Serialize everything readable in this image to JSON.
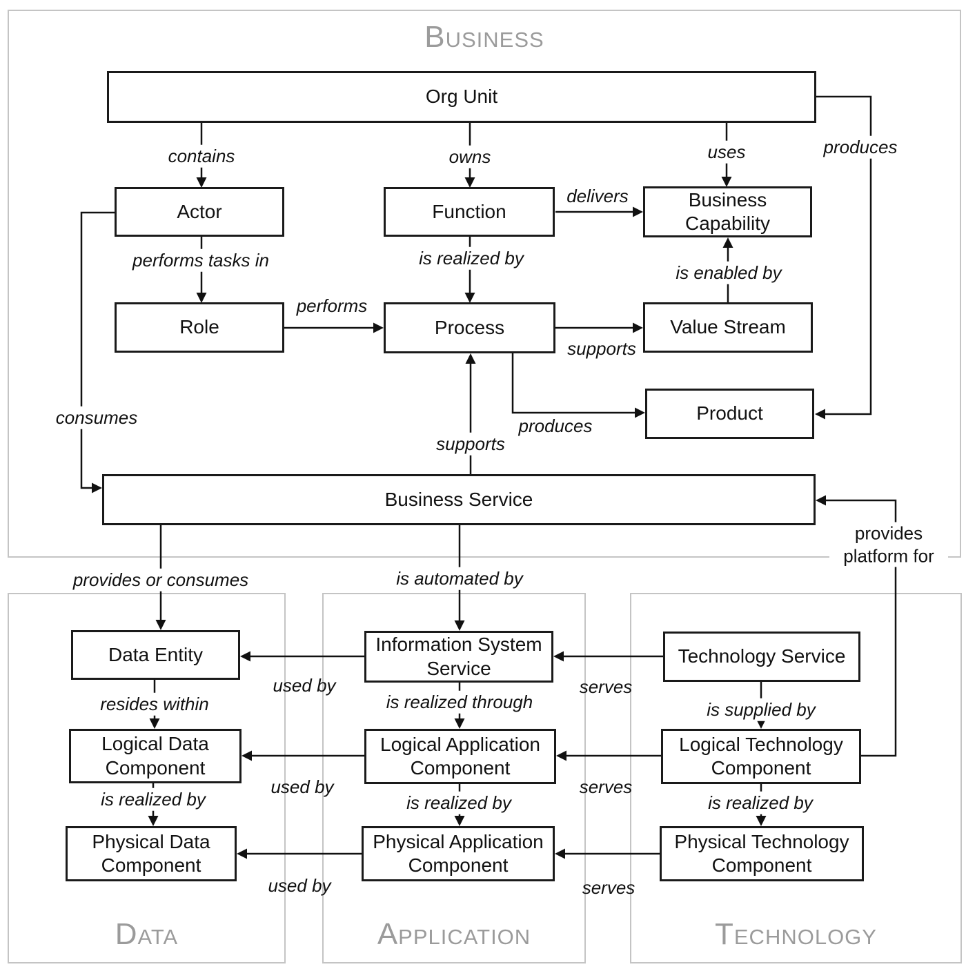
{
  "layers": {
    "business": "Business",
    "data": "Data",
    "application": "Application",
    "technology": "Technology"
  },
  "nodes": {
    "org_unit": "Org Unit",
    "actor": "Actor",
    "function": "Function",
    "business_capability": "Business Capability",
    "role": "Role",
    "process": "Process",
    "value_stream": "Value Stream",
    "product": "Product",
    "business_service": "Business Service",
    "data_entity": "Data Entity",
    "logical_data_component": "Logical Data Component",
    "physical_data_component": "Physical Data Component",
    "information_system_service": "Information System Service",
    "logical_application_component": "Logical Application Component",
    "physical_application_component": "Physical Application Component",
    "technology_service": "Technology Service",
    "logical_technology_component": "Logical Technology Component",
    "physical_technology_component": "Physical Technology Component"
  },
  "edges": {
    "contains": "contains",
    "owns": "owns",
    "uses": "uses",
    "produces_org": "produces",
    "delivers": "delivers",
    "performs_tasks_in": "performs tasks in",
    "is_realized_by_function": "is realized by",
    "is_enabled_by": "is enabled by",
    "performs": "performs",
    "supports_process": "supports",
    "produces_process": "produces",
    "consumes": "consumes",
    "supports_service": "supports",
    "provides_platform_for": "provides platform for",
    "provides_or_consumes": "provides or consumes",
    "is_automated_by": "is automated by",
    "resides_within": "resides within",
    "is_realized_by_data": "is realized by",
    "used_by_entity": "used by",
    "used_by_logical": "used by",
    "used_by_physical": "used by",
    "is_realized_through": "is realized through",
    "is_realized_by_app": "is realized by",
    "serves_service": "serves",
    "serves_logical": "serves",
    "serves_physical": "serves",
    "is_supplied_by": "is supplied by",
    "is_realized_by_tech": "is realized by"
  },
  "colors": {
    "background": "#ffffff",
    "box_border": "#1a1a1a",
    "container_border": "#c4c4c4",
    "layer_title": "#9b9b9b",
    "line": "#111111"
  }
}
